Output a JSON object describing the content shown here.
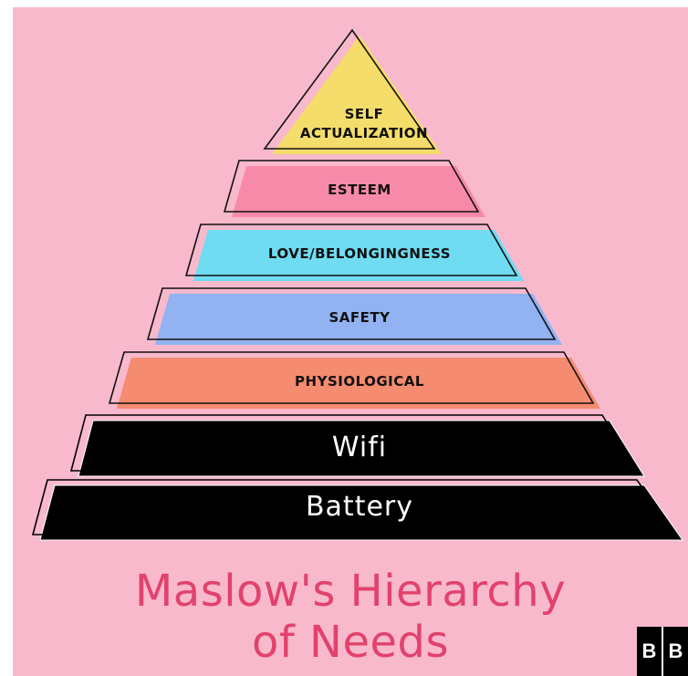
{
  "diagram": {
    "title_line1": "Maslow's Hierarchy",
    "title_line2": "of Needs",
    "logo_left": "B",
    "logo_right": "B",
    "levels": [
      {
        "label": "SELF\nACTUALIZATION",
        "color": "#f5dd6b"
      },
      {
        "label": "ESTEEM",
        "color": "#f88aa9"
      },
      {
        "label": "LOVE/BELONGINGNESS",
        "color": "#6fdcf2"
      },
      {
        "label": "SAFETY",
        "color": "#92b2f2"
      },
      {
        "label": "PHYSIOLOGICAL",
        "color": "#f58b6f"
      },
      {
        "label": "Wifi",
        "color": "#000000"
      },
      {
        "label": "Battery",
        "color": "#000000"
      }
    ],
    "colors": {
      "background": "#f8b9cc",
      "title": "#e2426d",
      "outline": "#111111"
    }
  }
}
